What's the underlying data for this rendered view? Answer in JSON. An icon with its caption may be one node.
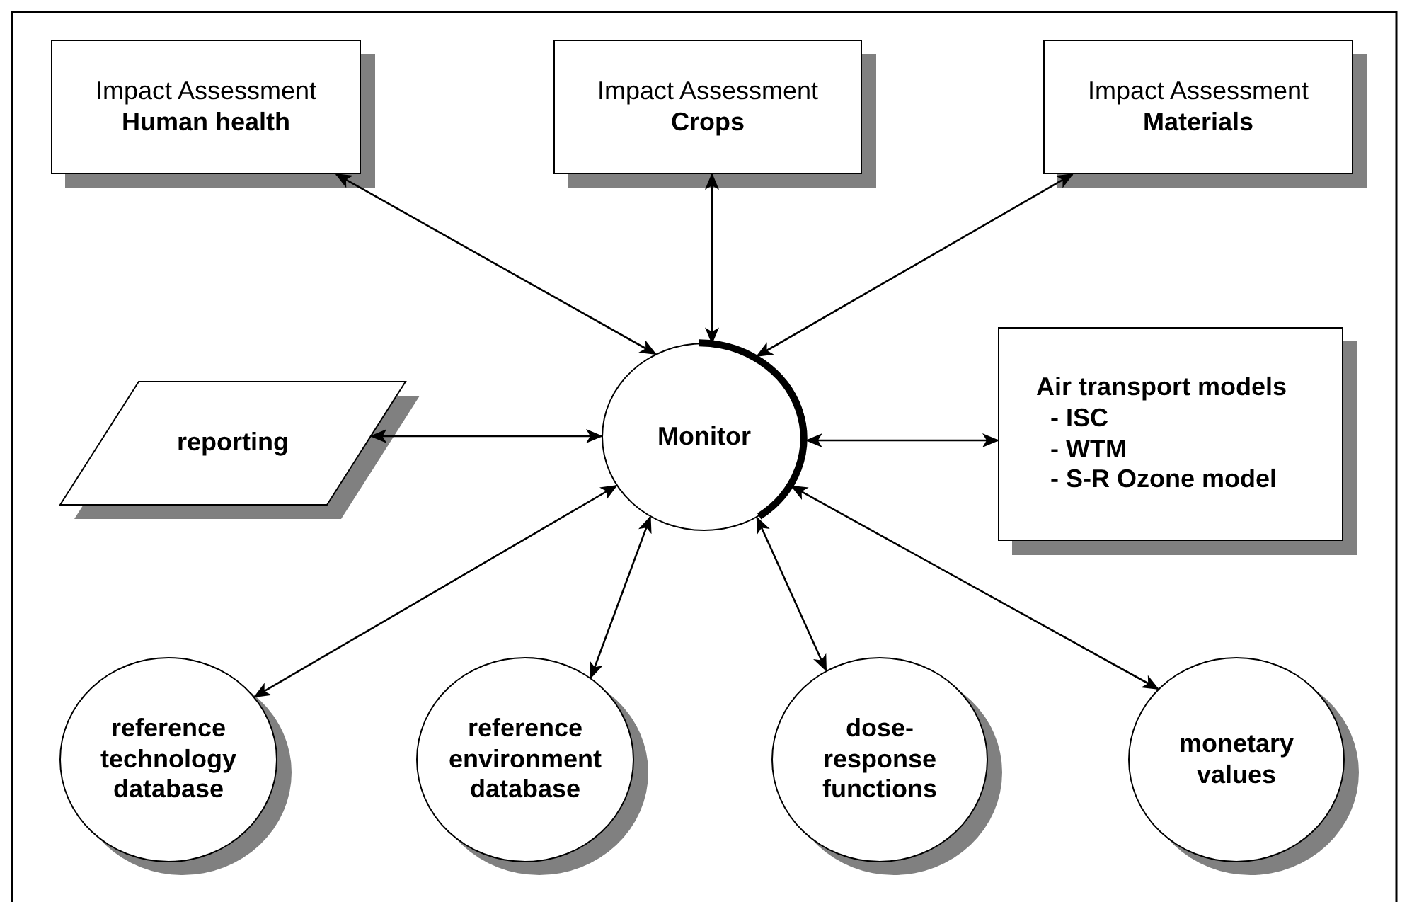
{
  "diagram": {
    "nodes": [
      {
        "text": [
          "Impact Assessment",
          "Human health"
        ]
      },
      {
        "text": [
          "Impact Assessment",
          "Crops"
        ]
      },
      {
        "text": [
          "Impact Assessment",
          "Materials"
        ]
      },
      {
        "text": [
          "reporting"
        ]
      },
      {
        "text": [
          "Monitor"
        ]
      },
      {
        "text": [
          "Air transport models",
          "- ISC",
          "- WTM",
          "- S-R Ozone model"
        ]
      },
      {
        "text": [
          "reference technology database"
        ]
      },
      {
        "text": [
          "reference environment database"
        ]
      },
      {
        "text": [
          "dose- response functions"
        ]
      },
      {
        "text": [
          "monetary values"
        ]
      }
    ],
    "edges": [
      {
        "from": 4,
        "to": 0,
        "arrow": "both"
      },
      {
        "from": 4,
        "to": 1,
        "arrow": "both"
      },
      {
        "from": 4,
        "to": 2,
        "arrow": "both"
      },
      {
        "from": 4,
        "to": 3,
        "arrow": "both"
      },
      {
        "from": 4,
        "to": 5,
        "arrow": "both"
      },
      {
        "from": 4,
        "to": 6,
        "arrow": "both"
      },
      {
        "from": 4,
        "to": 7,
        "arrow": "both"
      },
      {
        "from": 4,
        "to": 8,
        "arrow": "both"
      },
      {
        "from": 4,
        "to": 9,
        "arrow": "both"
      }
    ]
  }
}
